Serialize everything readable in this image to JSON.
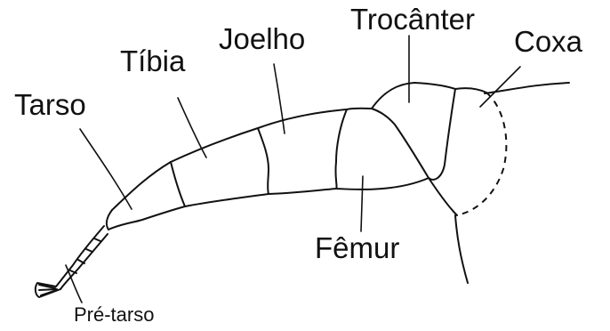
{
  "labels": {
    "tarso": "Tarso",
    "tibia": "Tíbia",
    "joelho": "Joelho",
    "trocanter": "Trocânter",
    "coxa": "Coxa",
    "femur": "Fêmur",
    "pre_tarso": "Pré-tarso"
  }
}
